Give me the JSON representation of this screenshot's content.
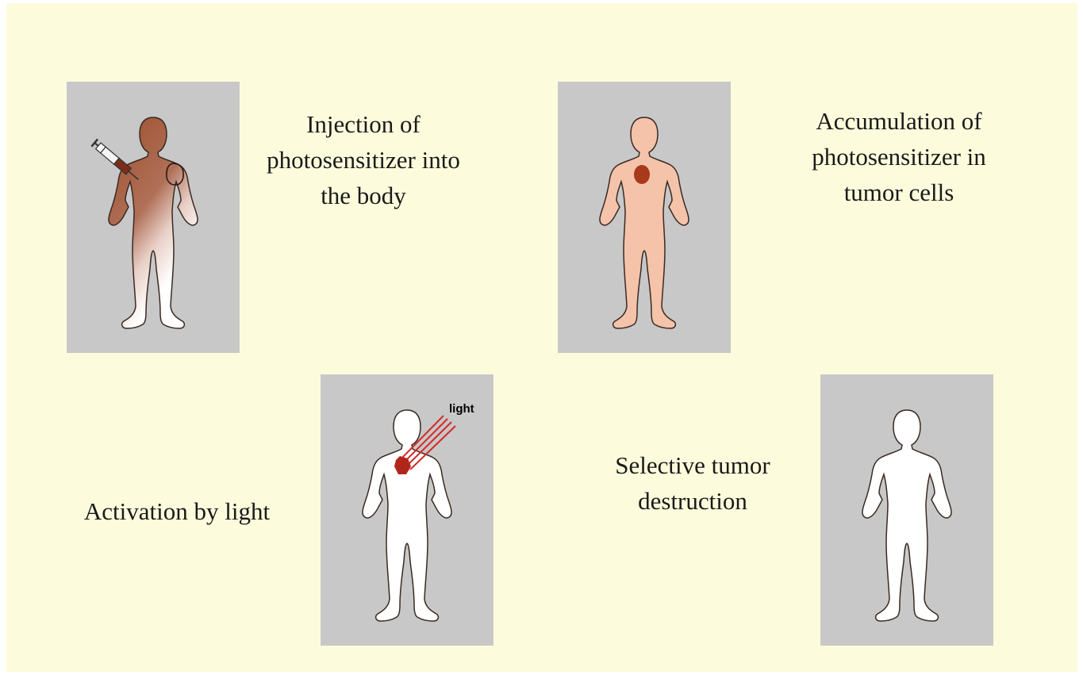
{
  "steps": [
    {
      "id": "injection",
      "caption_lines": [
        "Injection of",
        "photosensitizer into",
        "the body"
      ],
      "body_color": "#a35a3a",
      "icons": [
        "syringe-icon",
        "tumor-outline-icon"
      ]
    },
    {
      "id": "accumulation",
      "caption_lines": [
        "Accumulation of",
        "photosensitizer in",
        "tumor cells"
      ],
      "body_color": "#f4c3aa",
      "tumor_color": "#a8391a",
      "icons": [
        "tumor-spot-icon"
      ]
    },
    {
      "id": "activation",
      "caption_lines": [
        "Activation by light"
      ],
      "light_label": "light",
      "light_color": "#d42a2a",
      "tumor_color": "#b1261b",
      "icons": [
        "light-beam-icon",
        "tumor-hexagon-icon"
      ]
    },
    {
      "id": "destruction",
      "caption_lines": [
        "Selective tumor",
        "destruction"
      ],
      "body_color": "#ffffff"
    }
  ],
  "colors": {
    "slide_background": "#fcfcdd",
    "panel_background": "#c8c8c8",
    "body_outline": "#3a2a22"
  }
}
